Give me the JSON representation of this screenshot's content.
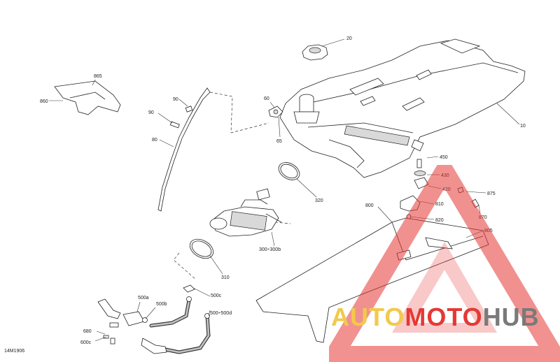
{
  "diagram": {
    "drawing_id": "14M1906",
    "callouts": [
      {
        "key": "c20",
        "label": "20"
      },
      {
        "key": "c10",
        "label": "10"
      },
      {
        "key": "c865",
        "label": "865"
      },
      {
        "key": "c860",
        "label": "860"
      },
      {
        "key": "c90a",
        "label": "90"
      },
      {
        "key": "c90b",
        "label": "90"
      },
      {
        "key": "c80",
        "label": "80"
      },
      {
        "key": "c60",
        "label": "60"
      },
      {
        "key": "c65",
        "label": "65"
      },
      {
        "key": "c450",
        "label": "450"
      },
      {
        "key": "c430",
        "label": "430"
      },
      {
        "key": "c420",
        "label": "420"
      },
      {
        "key": "c875",
        "label": "875"
      },
      {
        "key": "c810",
        "label": "810"
      },
      {
        "key": "c870",
        "label": "870"
      },
      {
        "key": "c800",
        "label": "800"
      },
      {
        "key": "c820",
        "label": "820"
      },
      {
        "key": "c805",
        "label": "805"
      },
      {
        "key": "c320",
        "label": "320"
      },
      {
        "key": "c300",
        "label": "300÷300b"
      },
      {
        "key": "c310",
        "label": "310"
      },
      {
        "key": "c500a",
        "label": "500a"
      },
      {
        "key": "c500b",
        "label": "500b"
      },
      {
        "key": "c500c",
        "label": "500c"
      },
      {
        "key": "c500d",
        "label": "500÷500d"
      },
      {
        "key": "c600c",
        "label": "600c"
      },
      {
        "key": "c680",
        "label": "680"
      }
    ]
  },
  "watermark": {
    "word_1": "AUTO",
    "word_2": "MOTO",
    "word_3": "HUB",
    "colors": {
      "yellow": "#f2c94c",
      "red": "#e53935",
      "gray": "#7a7a7a"
    }
  }
}
